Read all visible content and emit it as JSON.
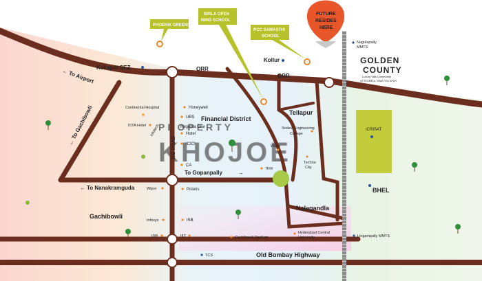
{
  "watermark": {
    "line1": "PROPERTY",
    "line2": "KHOJOE"
  },
  "colors": {
    "road": "#6b2e1e",
    "callout": "#b7c22a",
    "future_balloon": "#e8562a",
    "icrisat_block": "#c3cc3a",
    "railway": "#7a7a7a",
    "orange_dot": "#e8892a",
    "blue_dot": "#2c4f9e",
    "tree": "#2f8f3a"
  },
  "logo": {
    "line1": "GOLDEN",
    "line2": "COUNTY",
    "tagline1": "Luxury Villa Community",
    "tagline2": "AT VELIMELA, NEAR TELLAPUR"
  },
  "callouts": {
    "phoenix": "PHOENIX GREENS",
    "birla": [
      "BIRLA OPEN",
      "MIND SCHOOL"
    ],
    "rcc": [
      "RCC SAMASTHI",
      "SCHOOL"
    ],
    "future": [
      "FUTURE",
      "RESIDES",
      "HERE"
    ]
  },
  "roads": {
    "orr_left": "ORR",
    "orr_right": "ORR",
    "isb_road": "ISB ROAD",
    "obh": "Old Bombay Highway",
    "to_airport": "To Airport",
    "to_gachibowli": "To Gachibowli",
    "to_nanakramguda": "To Nanakramguda",
    "to_gopanpally": "To Gopanpally"
  },
  "areas": {
    "kokapet": "Kokapet SEZ",
    "kollur": "Kollur",
    "financial": "Financial District",
    "tellapur": "Tellapur",
    "nalagandla": "Nalagandla",
    "gachibowli": "Gachibowli",
    "bhel": "BHEL",
    "icrisat": "ICRISAT"
  },
  "places": {
    "continental": "Continental Hospital",
    "ista": "ISTA Hotel",
    "infotech": "Infotech",
    "honeywell": "Honeywell",
    "ubs": "UBS",
    "regenta1": "Regenta One",
    "regenta2": "Hotel",
    "icici": "ICICI",
    "ca": "CA",
    "tifr": "TIFR",
    "sridevi1": "Sridevi Engineering",
    "sridevi2": "College",
    "wipro_top": "Wipro",
    "techno1": "Techno",
    "techno2": "City",
    "wipro_left": "Wipro",
    "polaris": "Polaris",
    "infosys": "Infosys",
    "isb": "ISB",
    "idb": "IDB",
    "iiit": "IIIT",
    "stadium": "Gachibowli Stadium",
    "hcu1": "Hyderabad Central",
    "hcu2": "University",
    "tcs": "TCS",
    "nagulapalli1": "Nagulapally",
    "nagulapalli2": "MMTS",
    "lingampally": "Lingampally MMTS"
  }
}
